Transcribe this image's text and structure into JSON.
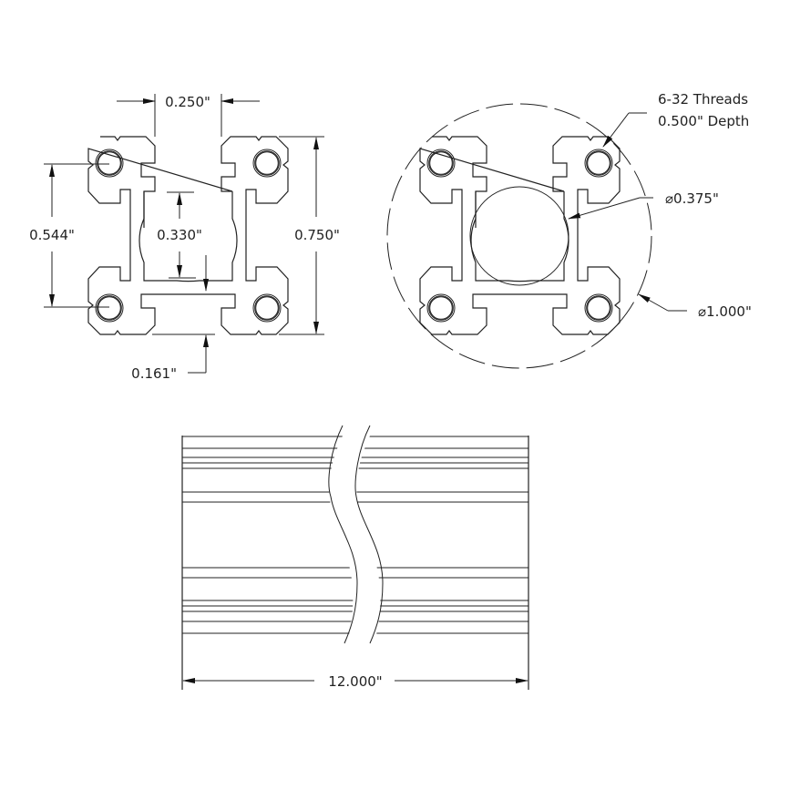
{
  "drawing": {
    "type": "technical-drawing",
    "subject": "square aluminum extrusion with four threaded corner holes",
    "views": [
      "end-view-dimensions",
      "end-view-diameters",
      "side-view"
    ]
  },
  "end_view_left": {
    "dim_slot_width": "0.250\"",
    "dim_hole_spacing": "0.544\"",
    "dim_center_cavity": "0.330\"",
    "dim_overall": "0.750\"",
    "dim_wall": "0.161\""
  },
  "end_view_right": {
    "callout_threads_line1": "6-32 Threads",
    "callout_threads_line2": "0.500\" Depth",
    "dim_bore": "⌀0.375\"",
    "dim_envelope": "⌀1.000\""
  },
  "side_view": {
    "dim_length": "12.000\""
  },
  "colors": {
    "line": "#222222",
    "background": "#ffffff"
  }
}
